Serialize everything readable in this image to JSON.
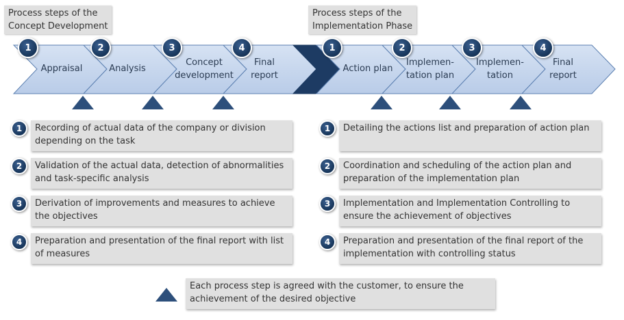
{
  "phases": [
    {
      "title": "Process steps of the\nConcept Development",
      "steps": [
        {
          "num": "1",
          "label": "Appraisal"
        },
        {
          "num": "2",
          "label": "Analysis"
        },
        {
          "num": "3",
          "label": "Concept\ndevelopment"
        },
        {
          "num": "4",
          "label": "Final\nreport"
        }
      ],
      "descriptions": [
        {
          "num": "1",
          "text": "Recording of actual data of the company or division depending on the task"
        },
        {
          "num": "2",
          "text": "Validation of the actual data, detection of abnormalities and task-specific analysis"
        },
        {
          "num": "3",
          "text": "Derivation of improvements and measures to achieve the objectives"
        },
        {
          "num": "4",
          "text": "Preparation and presentation of the final report with list of measures"
        }
      ]
    },
    {
      "title": "Process steps of the\nImplementation Phase",
      "steps": [
        {
          "num": "1",
          "label": "Action plan"
        },
        {
          "num": "2",
          "label": "Implemen-\ntation plan"
        },
        {
          "num": "3",
          "label": "Implemen-\ntation"
        },
        {
          "num": "4",
          "label": "Final\nreport"
        }
      ],
      "descriptions": [
        {
          "num": "1",
          "text": "Detailing the actions list and preparation of action plan"
        },
        {
          "num": "2",
          "text": "Coordination and scheduling of the action plan and preparation of the implementation plan"
        },
        {
          "num": "3",
          "text": "Implementation and Implementation Controlling to ensure the achievement of objectives"
        },
        {
          "num": "4",
          "text": "Preparation and presentation of the final report of the implementation with controlling status"
        }
      ]
    }
  ],
  "legend": {
    "text": "Each process step is agreed with the customer, to ensure the achievement of the desired objective",
    "icon": "triangle-marker-icon"
  },
  "colors": {
    "chevron_fill": "#c6d6ee",
    "chevron_stroke": "#5b7fb0",
    "separator_fill": "#1d3b63",
    "marker": "#2d4f7b",
    "box_fill": "#e0e0e0"
  }
}
